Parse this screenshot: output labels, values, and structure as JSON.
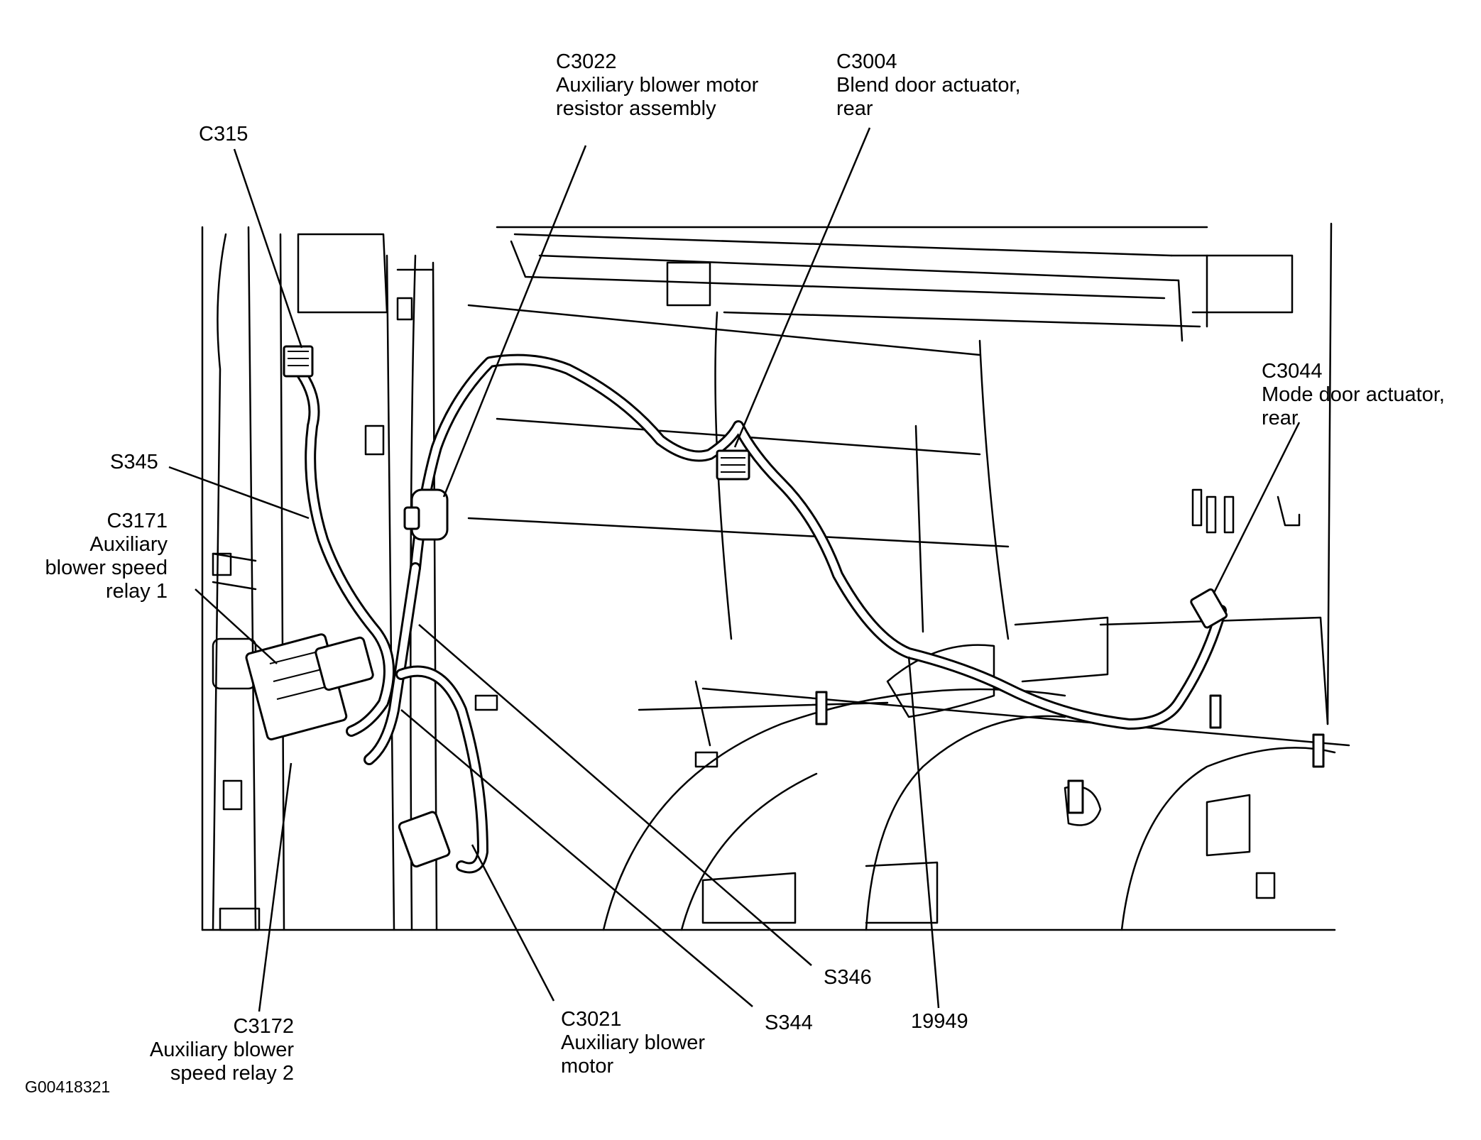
{
  "labels": {
    "c315": [
      "C315"
    ],
    "c3022": [
      "C3022",
      "Auxiliary blower motor",
      "resistor assembly"
    ],
    "c3004": [
      "C3004",
      "Blend door actuator,",
      "rear"
    ],
    "c3044": [
      "C3044",
      "Mode door actuator,",
      "rear"
    ],
    "s345": [
      "S345"
    ],
    "c3171": [
      "C3171",
      "Auxiliary",
      "blower speed",
      "relay 1"
    ],
    "c3172": [
      "C3172",
      "Auxiliary blower",
      "speed relay 2"
    ],
    "c3021": [
      "C3021",
      "Auxiliary blower",
      "motor"
    ],
    "s344": [
      "S344"
    ],
    "s346": [
      "S346"
    ],
    "harness": [
      "19949"
    ]
  },
  "figure_id": "G00418321"
}
